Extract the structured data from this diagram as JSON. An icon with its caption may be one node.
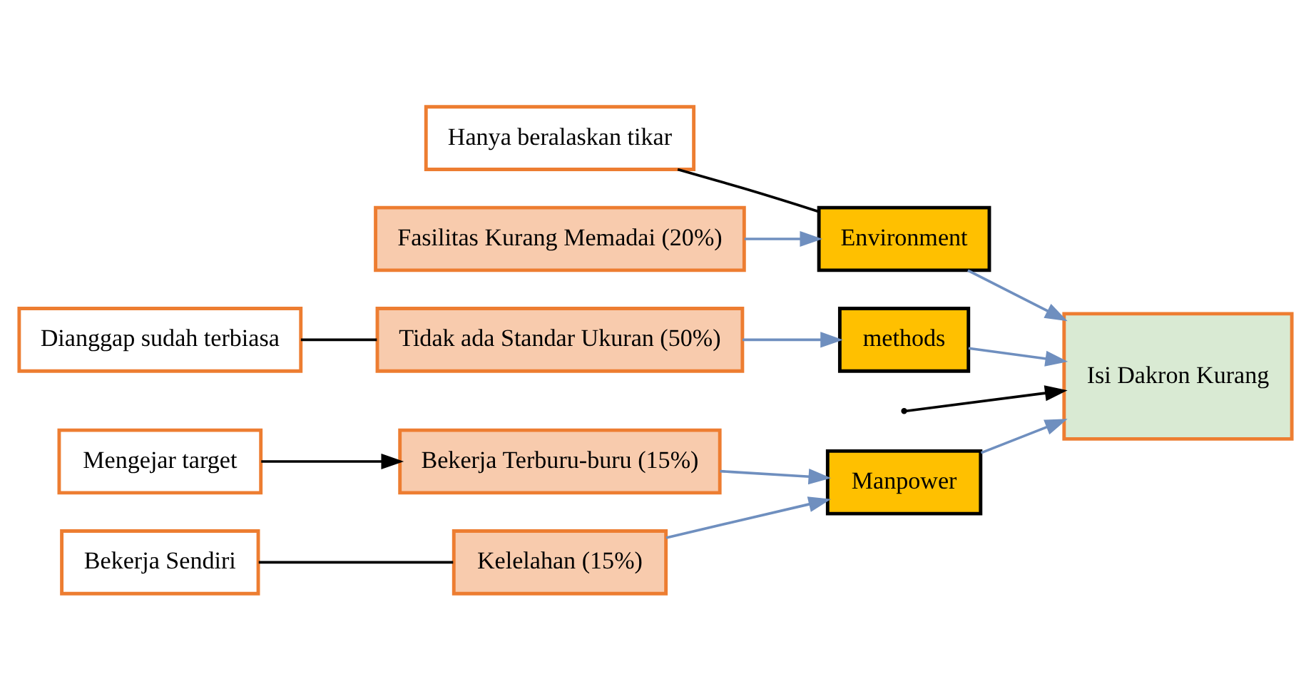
{
  "diagram": {
    "nodes": [
      {
        "text": [
          "Manpower"
        ]
      },
      {
        "text": [
          "Mengejar target"
        ]
      },
      {
        "text": [
          "Bekerja Terburu-buru (15%)"
        ]
      },
      {
        "text": [
          "Bekerja Sendiri"
        ]
      },
      {
        "text": [
          "Kelelahan (15%)"
        ]
      },
      {
        "text": [
          "Isi Dakron Kurang"
        ]
      },
      {
        "text": [
          "Hanya beralaskan tikar"
        ]
      },
      {
        "text": [
          "Fasilitas Kurang Memadai (20%)"
        ]
      },
      {
        "text": [
          "Tidak ada Standar Ukuran (50%)"
        ]
      },
      {
        "text": [
          "Environment"
        ]
      },
      {
        "text": [
          "methods"
        ]
      },
      {
        "text": [
          "Dianggap sudah terbiasa"
        ]
      }
    ],
    "edges": [
      {
        "from": null,
        "to": 5,
        "arrow": "to",
        "color": "#000000"
      },
      {
        "from": 0,
        "to": 5,
        "arrow": "to"
      },
      {
        "from": 1,
        "to": 2,
        "arrow": "to",
        "color": "#000000"
      },
      {
        "from": 2,
        "to": 0,
        "arrow": "to"
      },
      {
        "from": 3,
        "to": 4,
        "arrow": "none",
        "color": "#000000"
      },
      {
        "from": 4,
        "to": 0,
        "arrow": "to"
      },
      {
        "from": 9,
        "to": 5,
        "arrow": "to"
      },
      {
        "from": 6,
        "to": 9,
        "arrow": "none",
        "color": "#000000"
      },
      {
        "from": 7,
        "to": 9,
        "arrow": "to"
      },
      {
        "from": 10,
        "to": 5,
        "arrow": "to"
      },
      {
        "from": 8,
        "to": 10,
        "arrow": "to"
      },
      {
        "from": 11,
        "to": 8,
        "arrow": "none",
        "color": "#000000"
      }
    ]
  }
}
